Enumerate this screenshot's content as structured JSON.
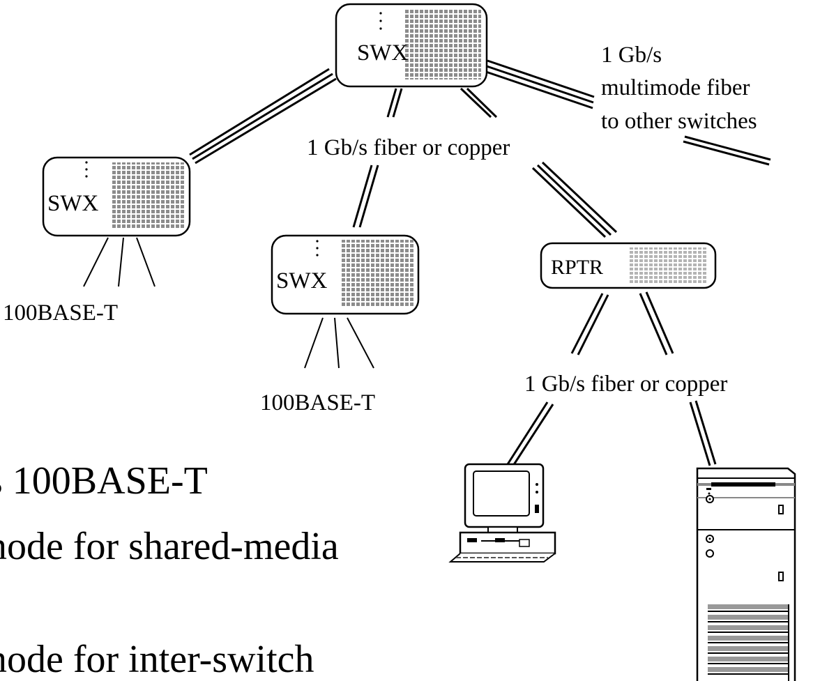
{
  "devices": {
    "switch_label": "SWX",
    "repeater_label": "RPTR"
  },
  "labels": {
    "uplink_line1": "1 Gb/s",
    "uplink_line2": "multimode fiber",
    "uplink_line3": "to other switches",
    "link_top": "1 Gb/s fiber or copper",
    "link_bottom": "1 Gb/s fiber or copper",
    "access_left": "100BASE-T",
    "access_middle": "100BASE-T"
  },
  "body_text": {
    "line1": "s 100BASE-T",
    "line2": "node for shared-media",
    "line3": "node for inter-switch"
  }
}
